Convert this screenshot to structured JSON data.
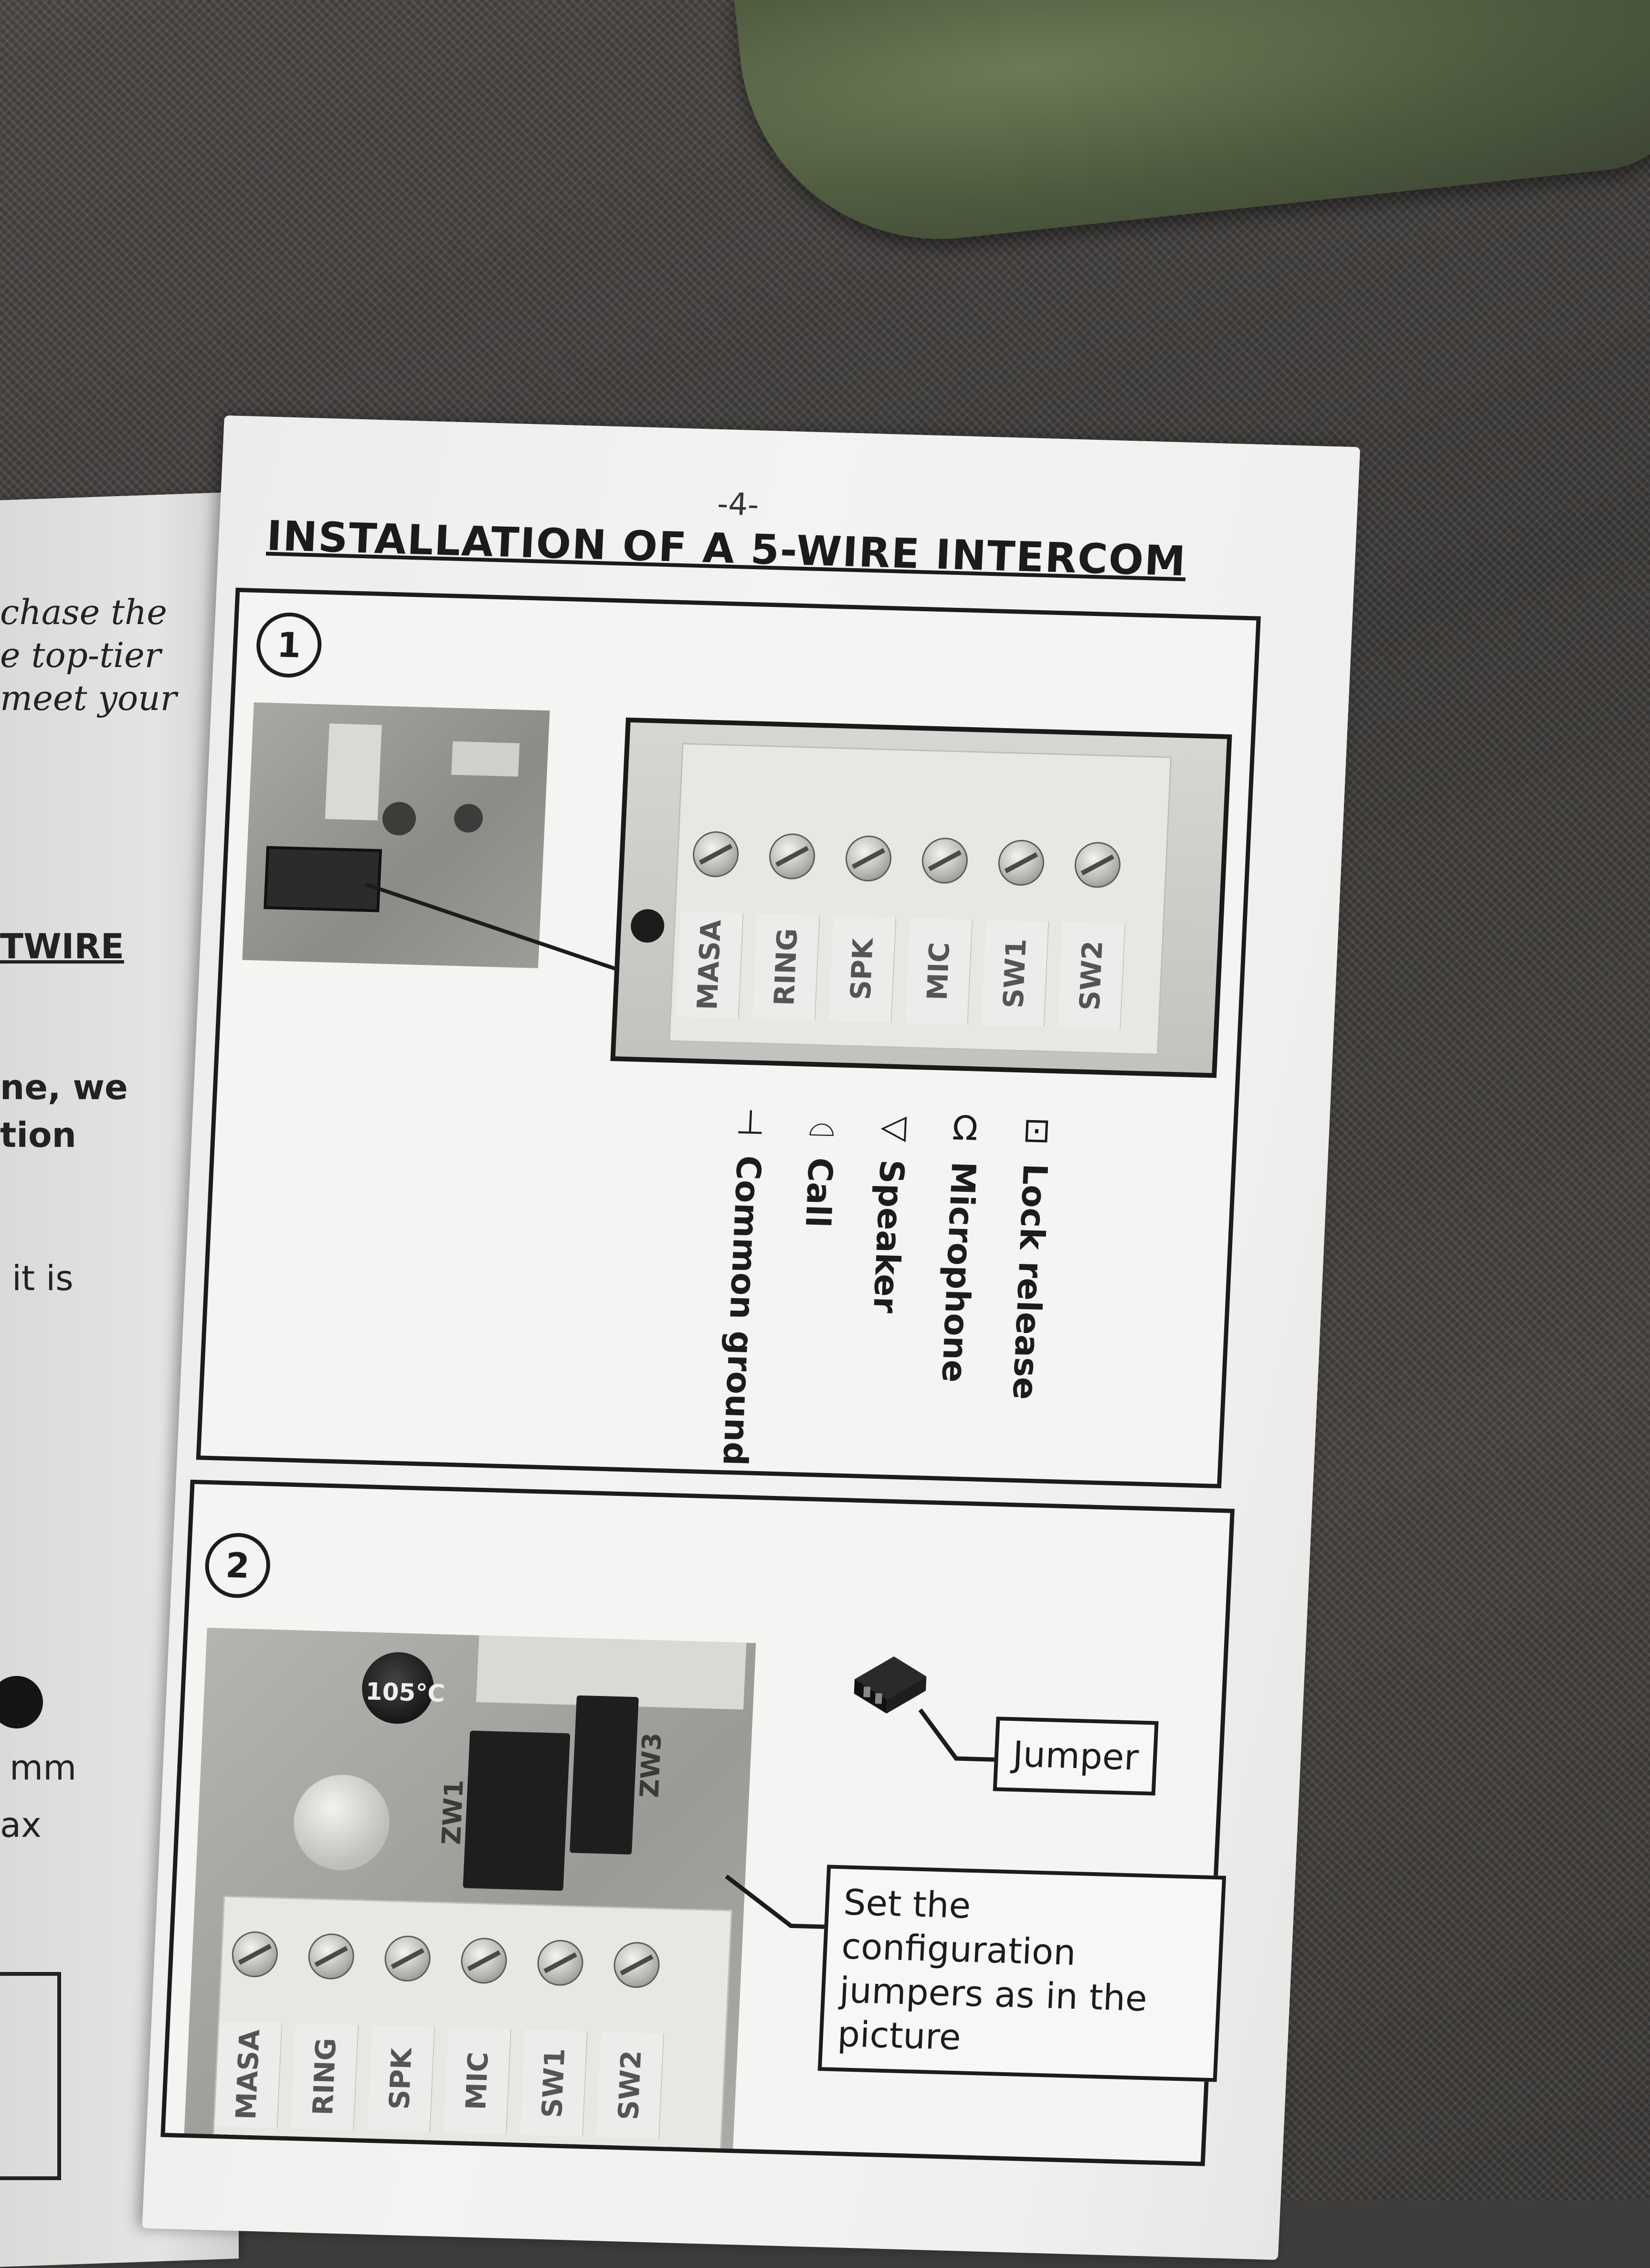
{
  "left_page": {
    "lines_italic": [
      "chase the",
      "e top-tier",
      "meet your"
    ],
    "heading": "TWIRE",
    "bold_lines": [
      "ne, we",
      "tion"
    ],
    "plain": "it is",
    "units": [
      "mm",
      "ax"
    ]
  },
  "page": {
    "number": "-4-",
    "title": "INSTALLATION OF A 5-WIRE INTERCOM"
  },
  "panel1": {
    "step": "1",
    "terminals": [
      "MASA",
      "RING",
      "SPK",
      "MIC",
      "SW1",
      "SW2"
    ],
    "legend": [
      {
        "icon": "lock-icon",
        "glyph": "⊡",
        "label": "Lock release"
      },
      {
        "icon": "microphone-icon",
        "glyph": "Ω",
        "label": "Microphone"
      },
      {
        "icon": "speaker-icon",
        "glyph": "◁",
        "label": "Speaker"
      },
      {
        "icon": "bell-icon",
        "glyph": "⌓",
        "label": "Call"
      },
      {
        "icon": "ground-icon",
        "glyph": "⊥",
        "label": "Common ground"
      }
    ]
  },
  "panel2": {
    "step": "2",
    "capacitor_label": "105°C",
    "jumper_labels": [
      "ZW1",
      "ZW3"
    ],
    "terminals": [
      "MASA",
      "RING",
      "SPK",
      "MIC",
      "SW1",
      "SW2"
    ],
    "jumper_callout": "Jumper",
    "config_callout": "Set the configuration jumpers as in the picture"
  }
}
